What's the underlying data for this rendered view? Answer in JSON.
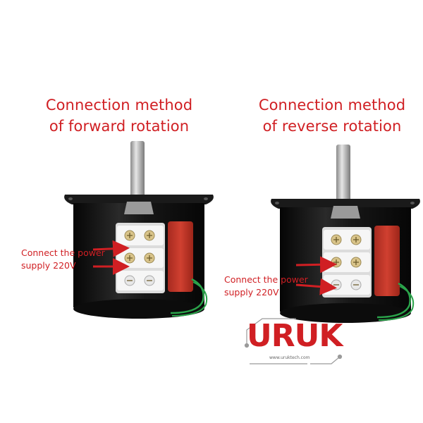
{
  "left_panel": {
    "caption_line1": "Connection method",
    "caption_line2": "of forward rotation",
    "annotation_line1": "Connect the power",
    "annotation_line2": "supply 220V"
  },
  "right_panel": {
    "caption_line1": "Connection method",
    "caption_line2": "of reverse rotation",
    "annotation_line1": "Connect the power",
    "annotation_line2": "supply 220V"
  },
  "logo": {
    "text": "URUK",
    "url": "www.uruktech.com"
  },
  "colors": {
    "caption_red": "#d01f23",
    "motor_body": "#141414",
    "capacitor": "#c8382a",
    "terminal": "#f2f2f2",
    "wire_green": "#2aa34a"
  }
}
